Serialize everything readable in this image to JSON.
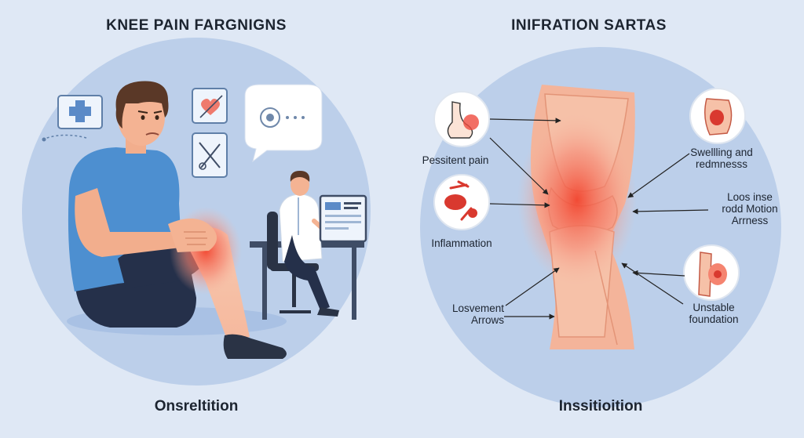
{
  "left_panel": {
    "title": "KNEE PAIN FARGNIGNS",
    "caption": "Onsreltition"
  },
  "right_panel": {
    "title": "INIFRATION SARTAS",
    "caption": "Inssitioition",
    "labels": {
      "persistent_pain": "Pessitent pain",
      "inflammation": "Inflammation",
      "movement_line1": "Losvement",
      "movement_line2": "Arrows",
      "swelling_line1": "Swellling and",
      "swelling_line2": "redmnesss",
      "motion_line1": "Loos inse",
      "motion_line2": "rodd Motion",
      "motion_line3": "Arrness",
      "unstable_line1": "Unstable",
      "unstable_line2": "foundation"
    }
  },
  "colors": {
    "background": "#dfe8f5",
    "circle": "#b9cde9",
    "pain_red": "#ef4b3f",
    "shirt_blue": "#4d8fd0",
    "skin": "#f4b393"
  },
  "icons": [
    "medical-cross-icon",
    "heart-pulse-icon",
    "tools-icon",
    "chat-bubble-icon",
    "chart-monitor-icon"
  ]
}
